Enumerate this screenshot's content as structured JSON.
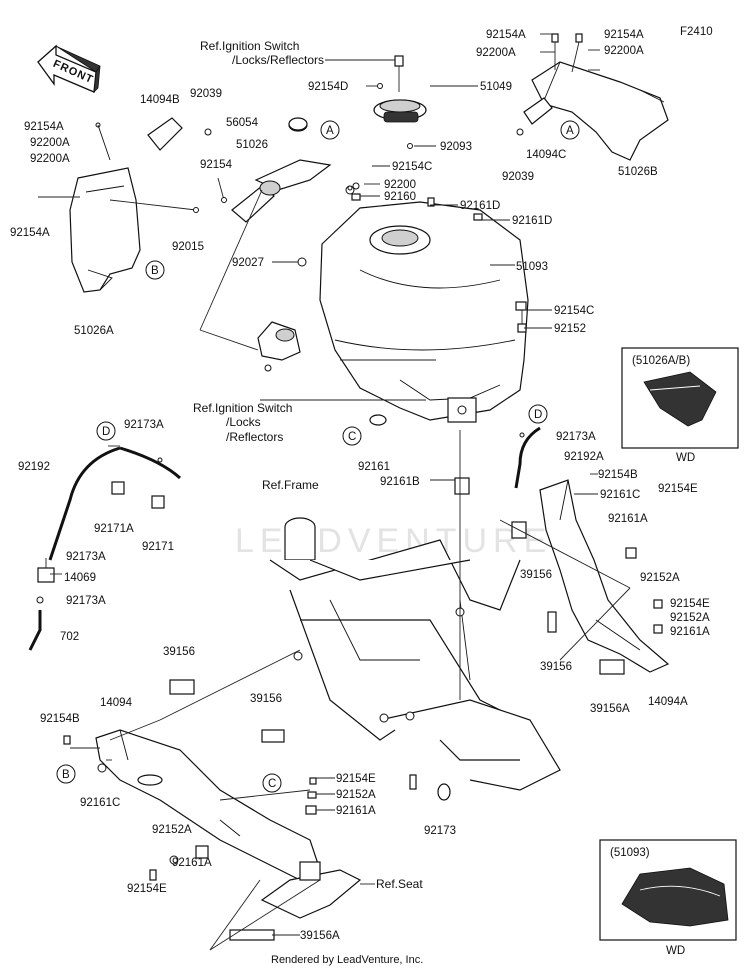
{
  "diagram_code": "F2410",
  "front_label": "FRONT",
  "watermark": "LEADVENTURE",
  "footer": "Rendered by LeadVenture, Inc.",
  "callouts": [
    "A",
    "B",
    "C",
    "D"
  ],
  "refs": {
    "ignition_top_1": "Ref.Ignition Switch",
    "ignition_top_2": "/Locks/Reflectors",
    "ignition_mid_1": "Ref.Ignition Switch",
    "ignition_mid_2": "/Locks",
    "ignition_mid_3": "/Reflectors",
    "frame": "Ref.Frame",
    "seat": "Ref.Seat"
  },
  "insets": [
    {
      "title": "(51026A/B)",
      "sub": "WD"
    },
    {
      "title": "(51093)",
      "sub": "WD"
    }
  ],
  "parts": {
    "p92154A_1": "92154A",
    "p92200A_1": "92200A",
    "p92200A_2": "92200A",
    "p92154A_2": "92154A",
    "p14094B": "14094B",
    "p92039_1": "92039",
    "p56054": "56054",
    "p51026": "51026",
    "p92154": "92154",
    "p92015": "92015",
    "p51026A": "51026A",
    "p92154D": "92154D",
    "p51049": "51049",
    "p92093": "92093",
    "p92154C_1": "92154C",
    "p92200": "92200",
    "p92160": "92160",
    "p92161D_1": "92161D",
    "p92161D_2": "92161D",
    "p51093": "51093",
    "p92027": "92027",
    "p92154C_2": "92154C",
    "p92152": "92152",
    "p92154A_3": "92154A",
    "p92154A_4": "92154A",
    "p92200A_3": "92200A",
    "p92200A_4": "92200A",
    "p14094C": "14094C",
    "p92039_2": "92039",
    "p51026B": "51026B",
    "p92161": "92161",
    "p92161B": "92161B",
    "p92173A_1": "92173A",
    "p92192": "92192",
    "p92171A": "92171A",
    "p92171": "92171",
    "p92173A_2": "92173A",
    "p14069": "14069",
    "p92173A_3": "92173A",
    "p702": "702",
    "p92173A_4": "92173A",
    "p92192A": "92192A",
    "p92154B_1": "92154B",
    "p92161C_1": "92161C",
    "p92154E_1": "92154E",
    "p92161A_1": "92161A",
    "p39156_1": "39156",
    "p92152A_1": "92152A",
    "p92154E_2": "92154E",
    "p92152A_2": "92152A",
    "p92161A_2": "92161A",
    "p39156_2": "39156",
    "p39156A_1": "39156A",
    "p14094A": "14094A",
    "p39156_3": "39156",
    "p14094": "14094",
    "p39156_4": "39156",
    "p92154B_2": "92154B",
    "p92161C_2": "92161C",
    "p92154E_3": "92154E",
    "p92152A_3": "92152A",
    "p92161A_3": "92161A",
    "p92173": "92173",
    "p92152A_4": "92152A",
    "p92161A_4": "92161A",
    "p92154E_4": "92154E",
    "p39156A_2": "39156A"
  }
}
